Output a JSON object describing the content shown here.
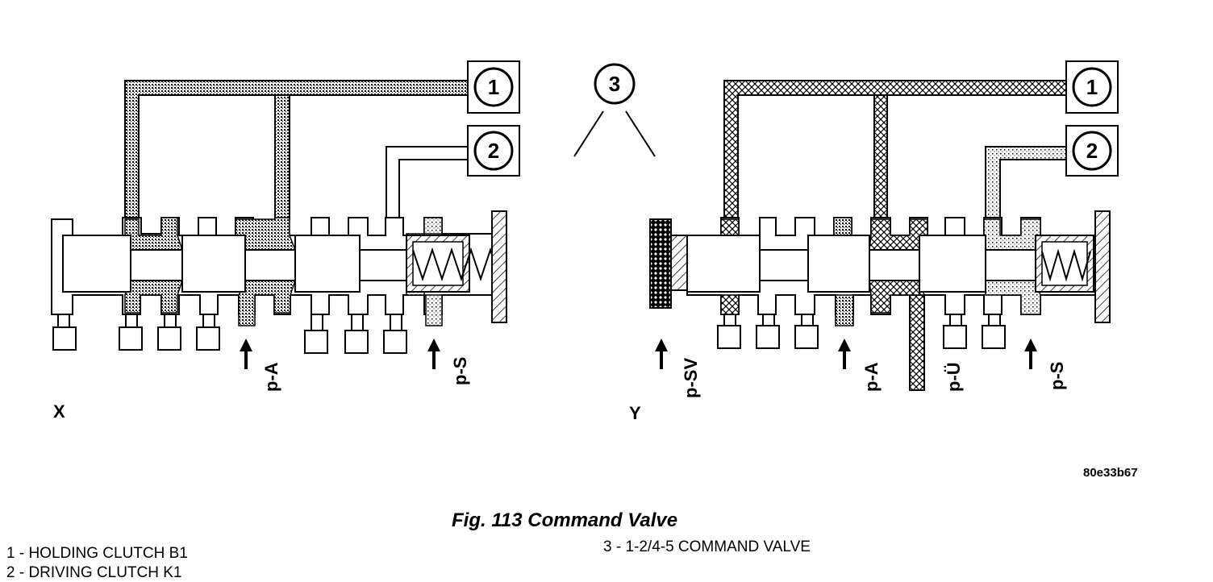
{
  "callouts": {
    "holding_clutch": "1",
    "driving_clutch": "2",
    "command_valve": "3"
  },
  "pressure_labels": {
    "p_a": "p-A",
    "p_s": "p-S",
    "p_sv": "p-SV",
    "p_u": "p-Ü"
  },
  "positions": {
    "left": "X",
    "right": "Y"
  },
  "reference_code": "80e33b67",
  "caption": "Fig. 113 Command Valve",
  "legend": {
    "item1": "1 - HOLDING CLUTCH B1",
    "item2": "2 - DRIVING CLUTCH K1",
    "item3": "3 - 1-2/4-5 COMMAND VALVE"
  }
}
